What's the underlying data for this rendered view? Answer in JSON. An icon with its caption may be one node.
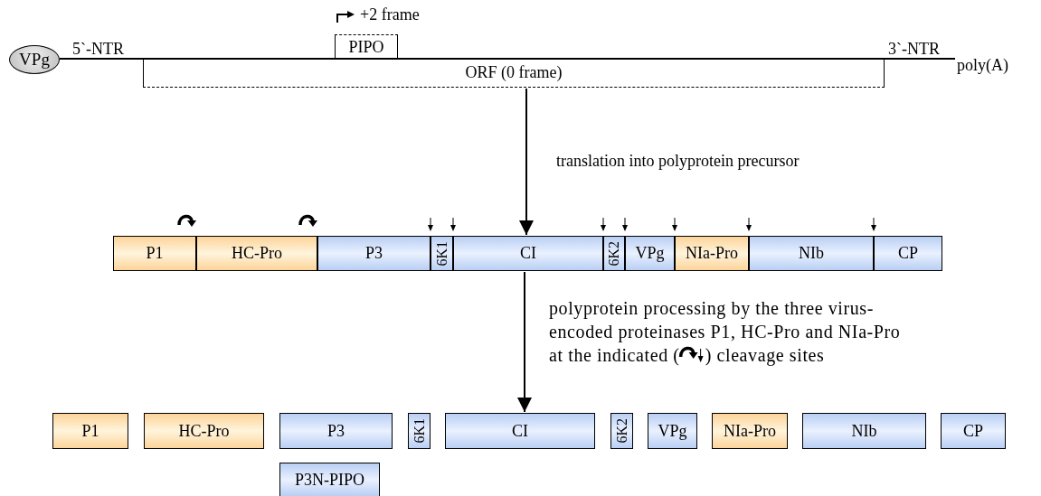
{
  "diagram": {
    "nodes": [
      {
        "text": [
          "VPg"
        ]
      },
      {
        "text": [
          "PIPO"
        ]
      },
      {
        "text": [
          "ORF (0 frame)"
        ]
      },
      {
        "text": [
          "P1"
        ]
      },
      {
        "text": [
          "HC-Pro"
        ]
      },
      {
        "text": [
          "P3"
        ]
      },
      {
        "text": [
          "6K1"
        ]
      },
      {
        "text": [
          "CI"
        ]
      },
      {
        "text": [
          "6K2"
        ]
      },
      {
        "text": [
          "VPg"
        ]
      },
      {
        "text": [
          "NIa-Pro"
        ]
      },
      {
        "text": [
          "NIb"
        ]
      },
      {
        "text": [
          "CP"
        ]
      },
      {
        "text": [
          "P1"
        ]
      },
      {
        "text": [
          "HC-Pro"
        ]
      },
      {
        "text": [
          "P3"
        ]
      },
      {
        "text": [
          "6K1"
        ]
      },
      {
        "text": [
          "CI"
        ]
      },
      {
        "text": [
          "6K2"
        ]
      },
      {
        "text": [
          "VPg"
        ]
      },
      {
        "text": [
          "NIa-Pro"
        ]
      },
      {
        "text": [
          "NIb"
        ]
      },
      {
        "text": [
          "CP"
        ]
      },
      {
        "text": [
          "P3N-PIPO"
        ]
      }
    ],
    "edges": [
      {
        "from": 2,
        "to": 7,
        "arrow": "to",
        "label": "translation into polyprotein precursor"
      },
      {
        "from": 7,
        "to": 17,
        "arrow": "to",
        "label": "polyprotein processing by the three virus-encoded proteinases P1, HC-Pro and NIa-Pro at the indicated ( ) cleavage sites"
      }
    ],
    "labels": [
      "+2 frame",
      "5`-NTR",
      "3`-NTR",
      "poly(A)"
    ]
  }
}
